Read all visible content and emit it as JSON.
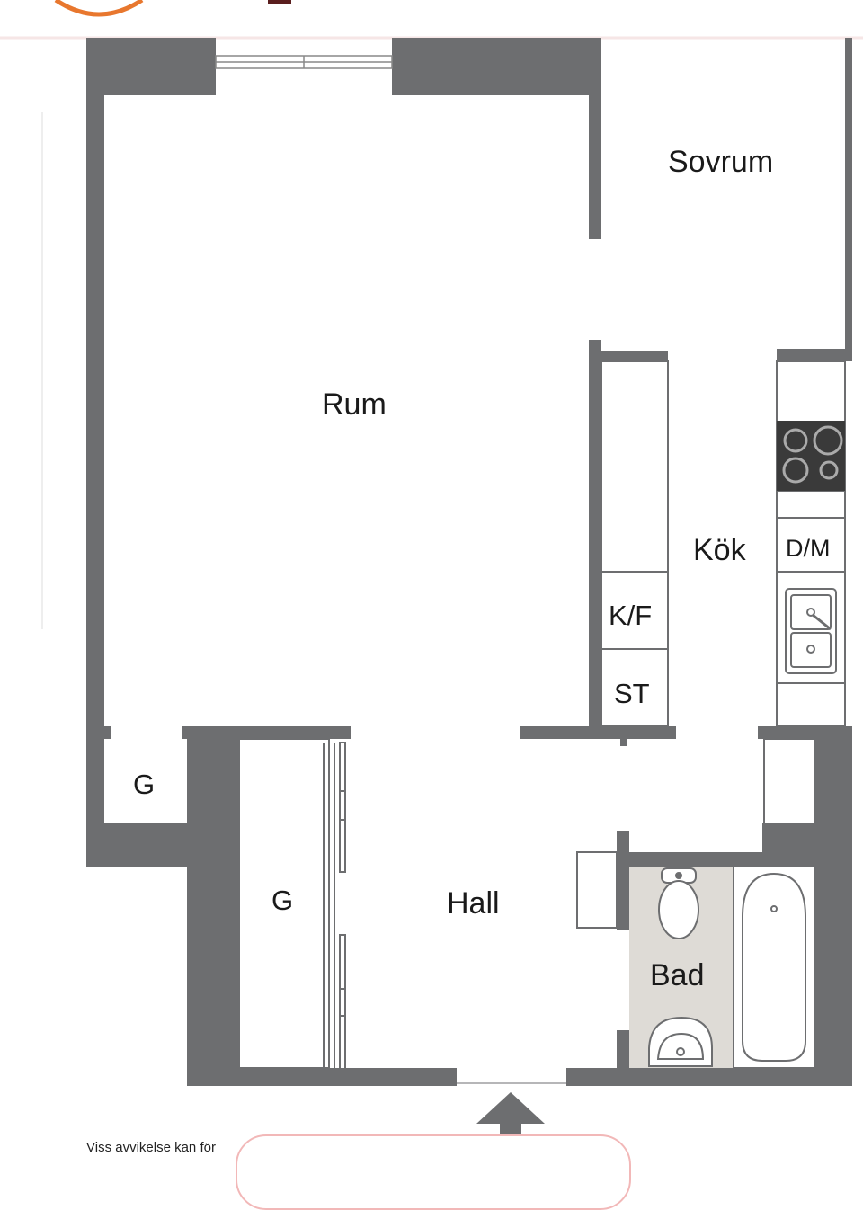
{
  "rooms": {
    "sovrum": "Sovrum",
    "rum": "Rum",
    "kok": "Kök",
    "hall": "Hall",
    "bad": "Bad",
    "garderob_1": "G",
    "garderob_2": "G"
  },
  "appliances": {
    "dishwasher": "D/M",
    "fridge_freezer": "K/F",
    "storage": "ST"
  },
  "footer": {
    "disclaimer": "Viss avvikelse kan för"
  },
  "colors": {
    "wall": "#6d6e70",
    "bathroom_floor": "#dedbd6",
    "stove": "#3a3a3a",
    "brand_accent": "#e8772e",
    "brand_dark": "#5a1e1e"
  }
}
